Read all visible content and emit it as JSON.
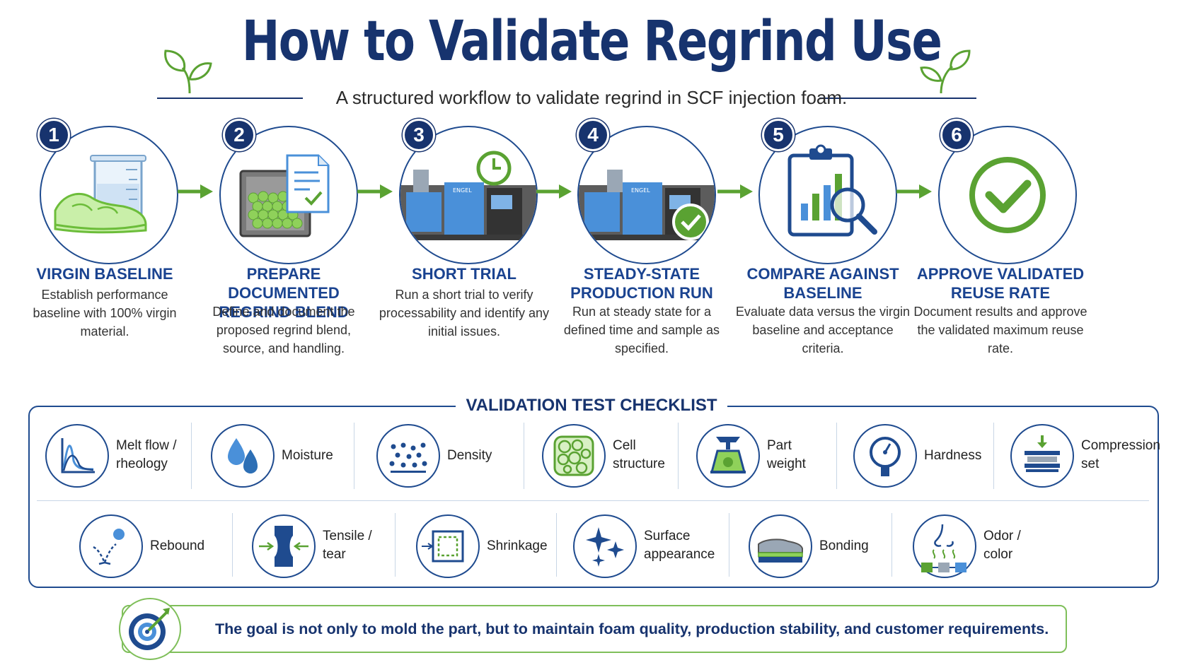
{
  "header": {
    "title": "How to Validate Regrind Use",
    "subtitle": "A structured workflow to validate regrind in SCF injection foam."
  },
  "steps": [
    {
      "number": "1",
      "title": "VIRGIN BASELINE",
      "description": "Establish performance baseline with 100% virgin material.",
      "icon": "shoe-beaker-icon"
    },
    {
      "number": "2",
      "title": "PREPARE DOCUMENTED REGRIND BLEND",
      "description": "Define and document the proposed regrind blend, source, and handling.",
      "icon": "regrind-bin-document-icon"
    },
    {
      "number": "3",
      "title": "SHORT TRIAL",
      "description": "Run a short trial to verify processability and identify any initial issues.",
      "icon": "machine-clock-icon"
    },
    {
      "number": "4",
      "title": "STEADY-STATE PRODUCTION RUN",
      "description": "Run at steady state for a defined time and sample as specified.",
      "icon": "machine-check-icon"
    },
    {
      "number": "5",
      "title": "COMPARE AGAINST BASELINE",
      "description": "Evaluate data versus the virgin baseline and acceptance criteria.",
      "icon": "clipboard-chart-magnifier-icon"
    },
    {
      "number": "6",
      "title": "APPROVE VALIDATED REUSE RATE",
      "description": "Document results and approve the validated maximum reuse rate.",
      "icon": "checkmark-icon"
    }
  ],
  "machine_label": "ENGEL",
  "checklist": {
    "title": "VALIDATION TEST CHECKLIST",
    "row1": [
      {
        "label": "Melt flow /\nrheology",
        "icon": "rheology-curve-icon"
      },
      {
        "label": "Moisture",
        "icon": "water-drops-icon"
      },
      {
        "label": "Density",
        "icon": "dots-icon"
      },
      {
        "label": "Cell\nstructure",
        "icon": "foam-cells-icon"
      },
      {
        "label": "Part\nweight",
        "icon": "scale-icon"
      },
      {
        "label": "Hardness",
        "icon": "durometer-icon"
      },
      {
        "label": "Compression\nset",
        "icon": "compression-icon"
      }
    ],
    "row2": [
      {
        "label": "Rebound",
        "icon": "bouncing-ball-icon"
      },
      {
        "label": "Tensile /\ntear",
        "icon": "tensile-specimen-icon"
      },
      {
        "label": "Shrinkage",
        "icon": "shrinkage-square-icon"
      },
      {
        "label": "Surface\nappearance",
        "icon": "sparkle-icon"
      },
      {
        "label": "Bonding",
        "icon": "sole-bonding-icon"
      },
      {
        "label": "Odor /\ncolor",
        "icon": "nose-swatches-icon"
      }
    ]
  },
  "goal": {
    "text": "The goal is not only to mold the part, but to maintain foam quality, production stability, and customer requirements.",
    "icon": "target-icon"
  },
  "colors": {
    "navy": "#17336e",
    "blue": "#1f4b8f",
    "green": "#5aa232",
    "light_green": "#b9e39a",
    "machine_blue": "#4a90d9"
  }
}
